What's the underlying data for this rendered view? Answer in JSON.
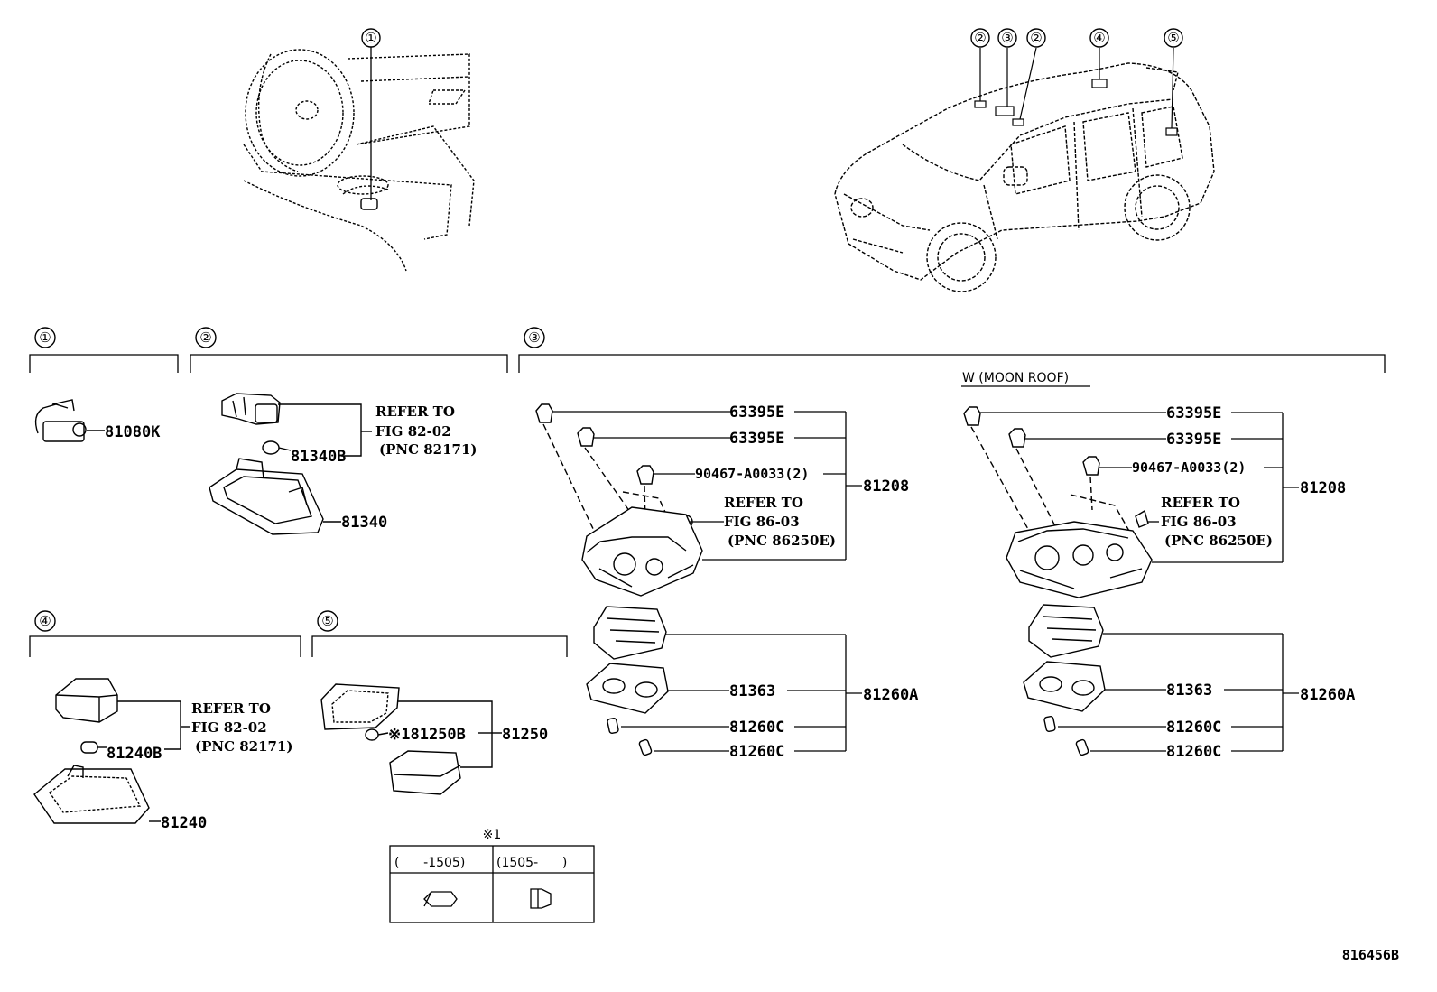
{
  "sections": {
    "s1": "①",
    "s2": "②",
    "s3": "③",
    "s4": "④",
    "s5": "⑤"
  },
  "callouts": {
    "dash1": "①",
    "car2a": "②",
    "car3": "③",
    "car2b": "②",
    "car4": "④",
    "car5": "⑤"
  },
  "moon_roof_label": "W (MOON ROOF)",
  "parts": {
    "p81080K": "81080K",
    "p81340B": "81340B",
    "p81340": "81340",
    "p81240B": "81240B",
    "p81240": "81240",
    "p81250B": "※181250B",
    "p81250": "81250",
    "l63395E_1": "63395E",
    "l63395E_2": "63395E",
    "l90467": "90467-A0033(2)",
    "l81208": "81208",
    "l81363": "81363",
    "l81260A": "81260A",
    "l81260C_1": "81260C",
    "l81260C_2": "81260C",
    "r63395E_1": "63395E",
    "r63395E_2": "63395E",
    "r90467": "90467-A0033(2)",
    "r81208": "81208",
    "r81363": "81363",
    "r81260A": "81260A",
    "r81260C_1": "81260C",
    "r81260C_2": "81260C"
  },
  "refers": {
    "r2": [
      "REFER TO",
      "FIG 82-02",
      "(PNC 82171)"
    ],
    "r4": [
      "REFER TO",
      "FIG 82-02",
      "(PNC 82171)"
    ],
    "r3L": [
      "REFER TO",
      "FIG 86-03",
      "(PNC 86250E)"
    ],
    "r3R": [
      "REFER TO",
      "FIG 86-03",
      "(PNC 86250E)"
    ]
  },
  "note_table": {
    "title": "※1",
    "col1": "(      -1505)",
    "col2": "(1505-      )"
  },
  "figure_id": "816456B"
}
